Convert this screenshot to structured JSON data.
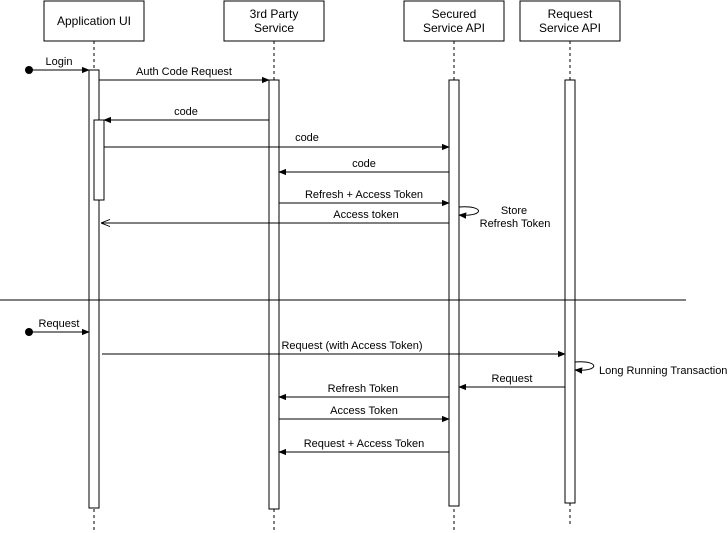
{
  "participants": [
    {
      "id": "app",
      "lines": [
        "Application UI"
      ]
    },
    {
      "id": "third",
      "lines": [
        "3rd Party",
        "Service"
      ]
    },
    {
      "id": "secured",
      "lines": [
        "Secured",
        "Service API"
      ]
    },
    {
      "id": "request",
      "lines": [
        "Request",
        "Service API"
      ]
    }
  ],
  "messages": [
    {
      "label": "Login"
    },
    {
      "label": "Auth Code Request"
    },
    {
      "label": "code"
    },
    {
      "label": "code"
    },
    {
      "label": "code"
    },
    {
      "label": "Refresh + Access Token"
    },
    {
      "label": "Access token"
    },
    {
      "label": "Request"
    },
    {
      "label": "Request (with Access Token)"
    },
    {
      "label": "Request"
    },
    {
      "label": "Refresh Token"
    },
    {
      "label": "Access Token"
    },
    {
      "label": "Request + Access Token"
    }
  ],
  "self_notes": [
    {
      "lines": [
        "Store",
        "Refresh Token"
      ]
    },
    {
      "lines": [
        "Long Running Transaction"
      ]
    }
  ]
}
